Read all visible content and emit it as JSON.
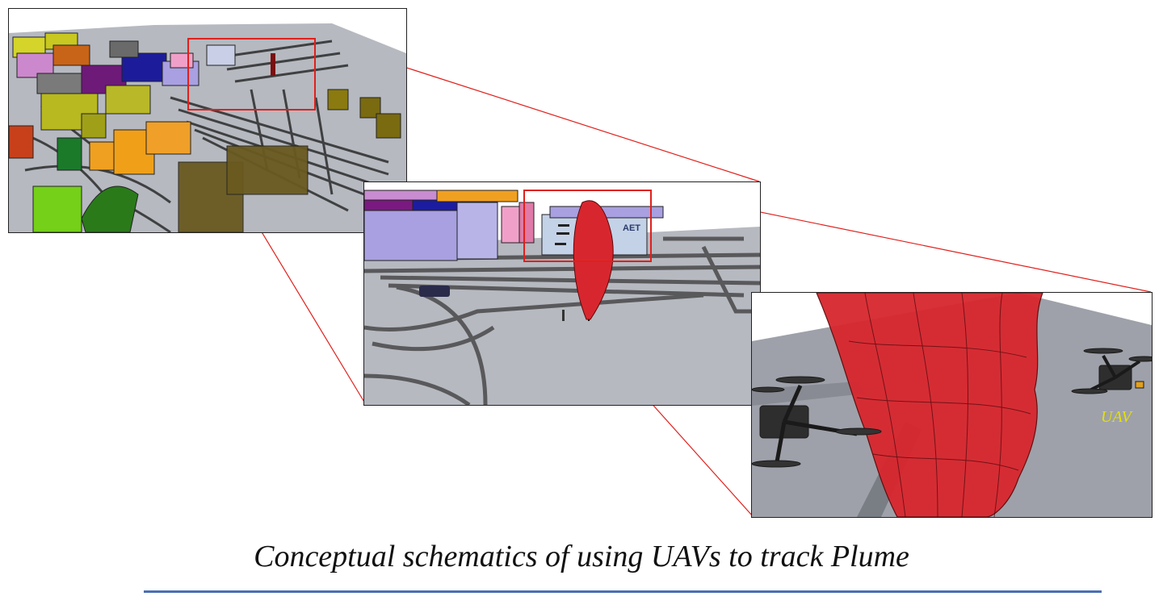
{
  "caption": "Conceptual schematics of using UAVs to track Plume",
  "panels": {
    "overview": {
      "label": ""
    },
    "mid": {
      "building_label": "AET"
    },
    "closeup": {
      "drone_label": "UAV"
    }
  },
  "colors": {
    "highlight_box": "#e0201c",
    "connector": "#e0201c",
    "plume": "#d8262e",
    "ground": "#b9bcc2",
    "rule": "#4a6fb3",
    "uav_label": "#e6e000"
  }
}
